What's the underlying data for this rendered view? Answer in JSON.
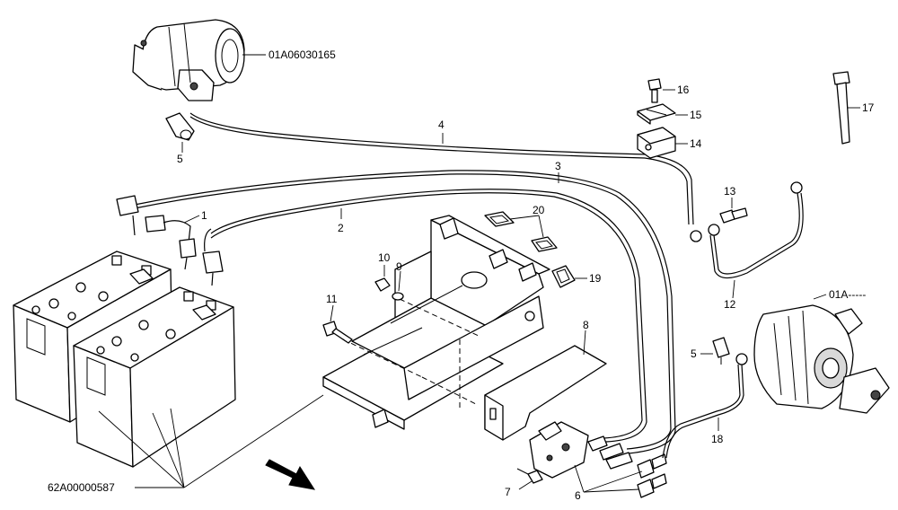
{
  "callouts": {
    "c1": "1",
    "c2": "2",
    "c3": "3",
    "c4": "4",
    "c5a": "5",
    "c5b": "5",
    "c6": "6",
    "c7": "7",
    "c8": "8",
    "c9": "9",
    "c10": "10",
    "c11": "11",
    "c12": "12",
    "c13": "13",
    "c14": "14",
    "c15": "15",
    "c16": "16",
    "c17": "17",
    "c18": "18",
    "c19": "19",
    "c20": "20"
  },
  "references": {
    "starter": "01A06030165",
    "alternator": "01A-----",
    "battery": "62A00000587"
  }
}
